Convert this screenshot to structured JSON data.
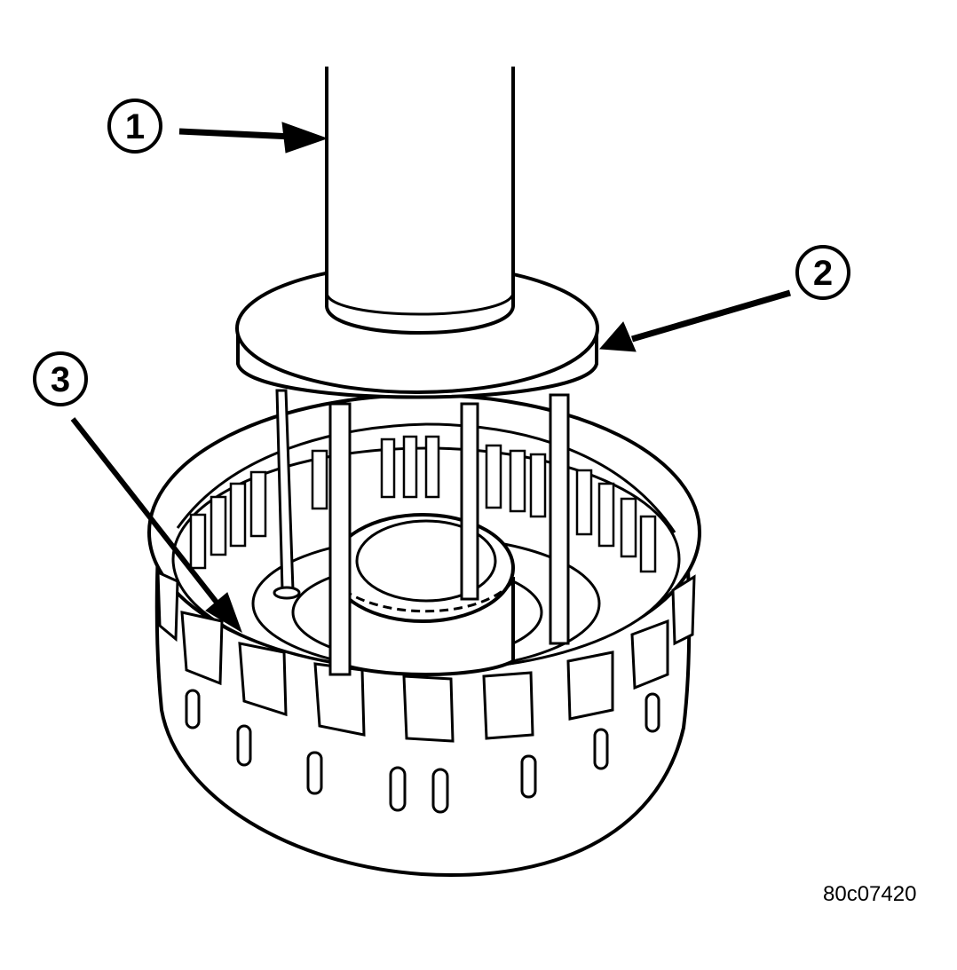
{
  "callouts": [
    {
      "label": "1"
    },
    {
      "label": "2"
    },
    {
      "label": "3"
    }
  ],
  "figure_id": "80c07420",
  "colors": {
    "line": "#000000",
    "fill": "#ffffff"
  }
}
